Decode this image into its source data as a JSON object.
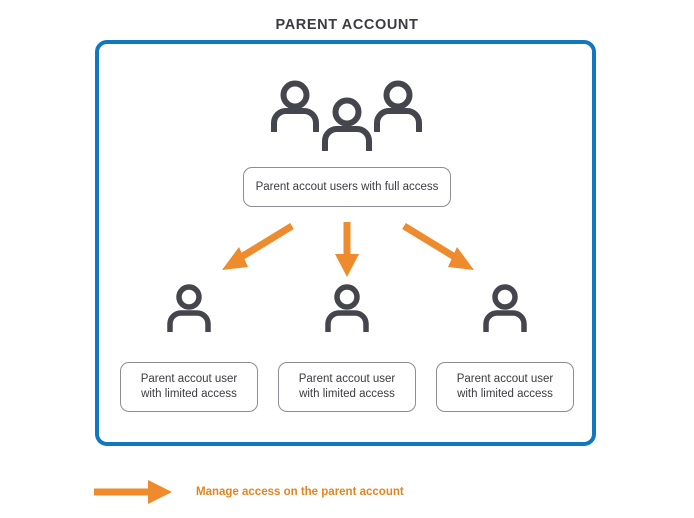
{
  "diagram": {
    "title": "PARENT ACCOUNT",
    "type": "hierarchy-diagram",
    "colors": {
      "container_border": "#1178be",
      "arrow": "#ee8b2d",
      "legend_text": "#e4841f",
      "icon": "#45454d",
      "label_border": "#8d8d96",
      "label_text": "#3b3b42",
      "background": "#ffffff"
    },
    "top_group": {
      "icon_name": "three-people-icon",
      "icon_count": 3,
      "label": "Parent accout users with full access"
    },
    "connectors": [
      {
        "name": "arrow-to-child-1",
        "direction": "down-left"
      },
      {
        "name": "arrow-to-child-2",
        "direction": "down"
      },
      {
        "name": "arrow-to-child-3",
        "direction": "down-right"
      }
    ],
    "children": [
      {
        "icon_name": "person-icon",
        "line1": "Parent accout user",
        "line2": "with limited access"
      },
      {
        "icon_name": "person-icon",
        "line1": "Parent accout user",
        "line2": "with limited access"
      },
      {
        "icon_name": "person-icon",
        "line1": "Parent accout user",
        "line2": "with limited access"
      }
    ],
    "legend": {
      "icon_name": "right-arrow-icon",
      "text": "Manage access on the parent account"
    }
  }
}
